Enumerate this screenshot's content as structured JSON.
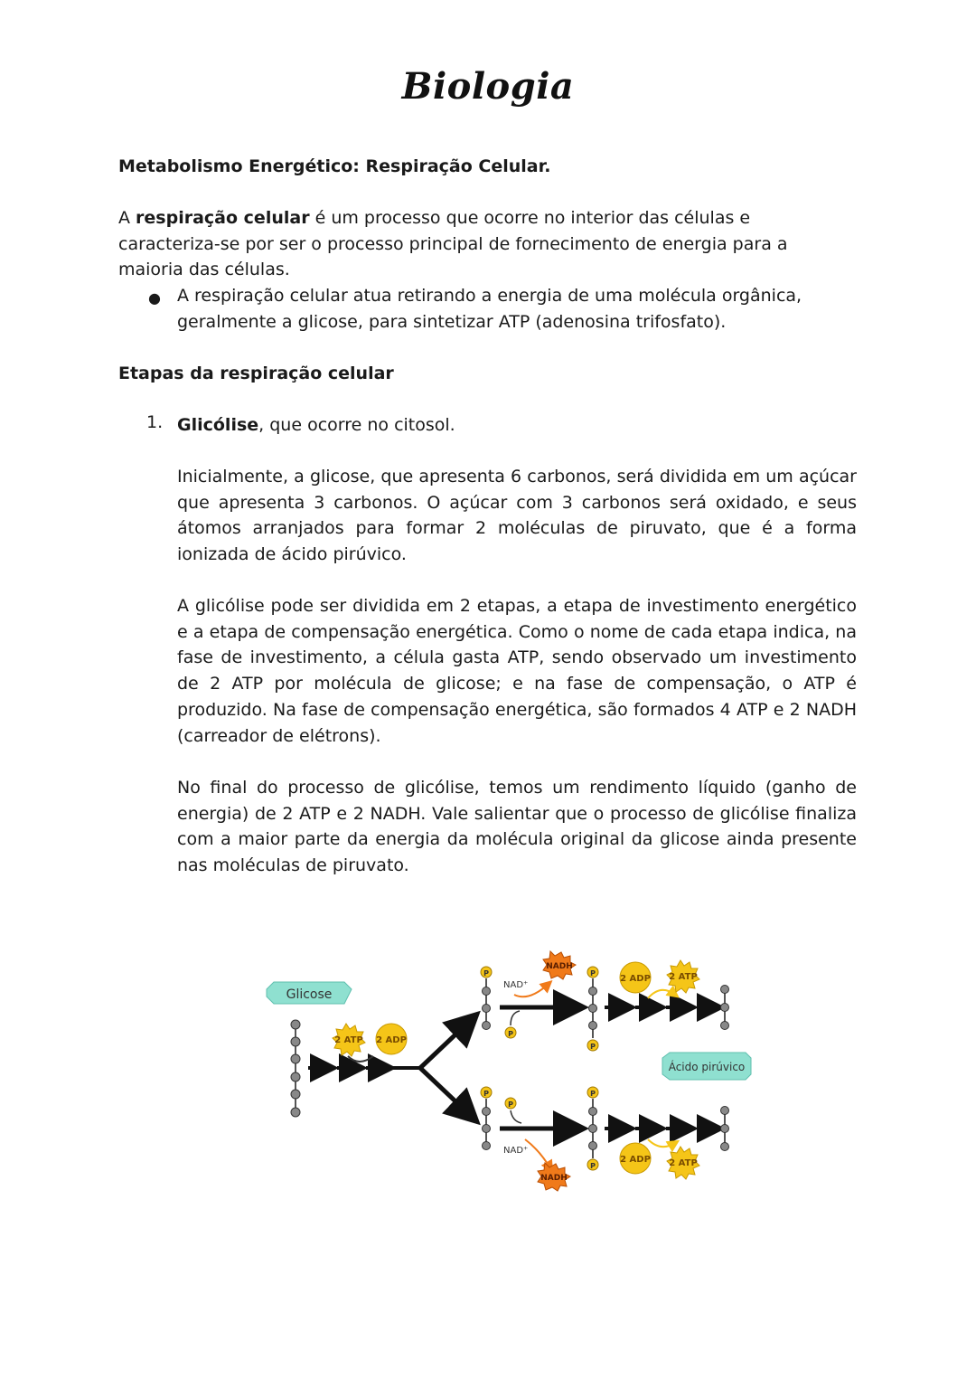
{
  "title": "Biologia",
  "section_heading": "Metabolismo Energético: Respiração Celular.",
  "intro": {
    "prefix": "A ",
    "bold": "respiração celular",
    "suffix": " é um processo que ocorre no interior das células e caracteriza-se por ser o processo principal de fornecimento de energia para a maioria das células."
  },
  "bullet": "A respiração celular atua retirando a energia de uma molécula orgânica, geralmente a glicose, para sintetizar ATP (adenosina trifosfato).",
  "etapas_heading": "Etapas da respiração celular",
  "item1": {
    "number": "1.",
    "bold": "Glicólise",
    "rest": ", que ocorre no citosol."
  },
  "paragraphs": [
    "Inicialmente, a glicose, que apresenta 6 carbonos, será dividida em um açúcar que apresenta 3 carbonos. O açúcar com 3 carbonos será oxidado, e seus átomos arranjados para formar 2 moléculas de piruvato, que é a forma ionizada de ácido pirúvico.",
    "A glicólise pode ser dividida em 2 etapas, a etapa de investimento energético e a etapa de compensação energética. Como o nome de cada etapa indica, na fase de investimento, a célula  gasta ATP, sendo observado um investimento de 2 ATP por molécula de glicose; e na fase de compensação, o ATP é produzido. Na fase de compensação energética, são formados 4 ATP e 2 NADH (carreador de elétrons).",
    "No final do processo de glicólise, temos um rendimento líquido (ganho de energia) de 2 ATP e 2 NADH. Vale salientar que o processo de glicólise finaliza com a maior parte da energia da molécula original da glicose ainda presente nas moléculas de piruvato."
  ],
  "diagram": {
    "glicose": "Glicose",
    "acido_piruvico": "Ácido pirúvico",
    "atp_in": "2 ATP",
    "adp_in": "2 ADP",
    "nadh": "NADH",
    "nad": "NAD⁺",
    "adp_out": "2 ADP",
    "atp_out": "2 ATP",
    "phosphate": "P",
    "colors": {
      "label_box": "#8fe0d0",
      "atp": "#f5c518",
      "nadh": "#f07a1a",
      "arrow": "#111111",
      "molecule": "#777777"
    }
  }
}
